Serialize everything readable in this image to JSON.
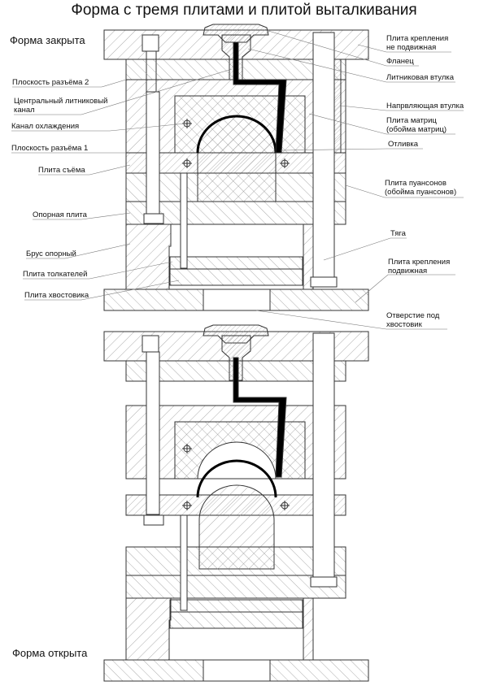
{
  "title": "Форма с тремя плитами и плитой выталкивания",
  "states": {
    "closed": "Форма закрыта",
    "open": "Форма открыта"
  },
  "labels_left": [
    {
      "id": "parting-plane-2",
      "lines": [
        "Плоскость разъёма 2"
      ]
    },
    {
      "id": "central-sprue-channel",
      "lines": [
        "Центральный литниковый",
        "канал"
      ]
    },
    {
      "id": "cooling-channel",
      "lines": [
        "Канал охлаждения"
      ]
    },
    {
      "id": "parting-plane-1",
      "lines": [
        "Плоскость разъёма 1"
      ]
    },
    {
      "id": "stripper-plate",
      "lines": [
        "Плита съёма"
      ]
    },
    {
      "id": "support-plate",
      "lines": [
        "Опорная плита"
      ]
    },
    {
      "id": "support-bar",
      "lines": [
        "Брус опорный"
      ]
    },
    {
      "id": "ejector-plate",
      "lines": [
        "Плита толкателей"
      ]
    },
    {
      "id": "ejector-retainer-plate",
      "lines": [
        "Плита хвостовика"
      ]
    }
  ],
  "labels_right": [
    {
      "id": "fixed-clamping-plate",
      "lines": [
        "Плита крепления",
        "не подвижная"
      ]
    },
    {
      "id": "flange",
      "lines": [
        "Фланец"
      ]
    },
    {
      "id": "sprue-bushing",
      "lines": [
        "Литниковая втулка"
      ]
    },
    {
      "id": "guide-bushing",
      "lines": [
        "Напрвляющая втулка"
      ]
    },
    {
      "id": "cavity-plate",
      "lines": [
        "Плита матриц",
        "(обойма матриц)"
      ]
    },
    {
      "id": "molding",
      "lines": [
        "Отливка"
      ]
    },
    {
      "id": "core-plate",
      "lines": [
        "Плита пуансонов",
        "(обойма пуансонов)"
      ]
    },
    {
      "id": "tie-rod",
      "lines": [
        "Тяга"
      ]
    },
    {
      "id": "movable-clamping-plate",
      "lines": [
        "Плита крепления",
        "подвижная"
      ]
    },
    {
      "id": "ejector-hole",
      "lines": [
        "Отверстие под",
        "хвостовик"
      ]
    }
  ],
  "colors": {
    "line": "#333333",
    "hatch": "#8a8a8a",
    "molding": "#000000",
    "leader": "#777777"
  }
}
